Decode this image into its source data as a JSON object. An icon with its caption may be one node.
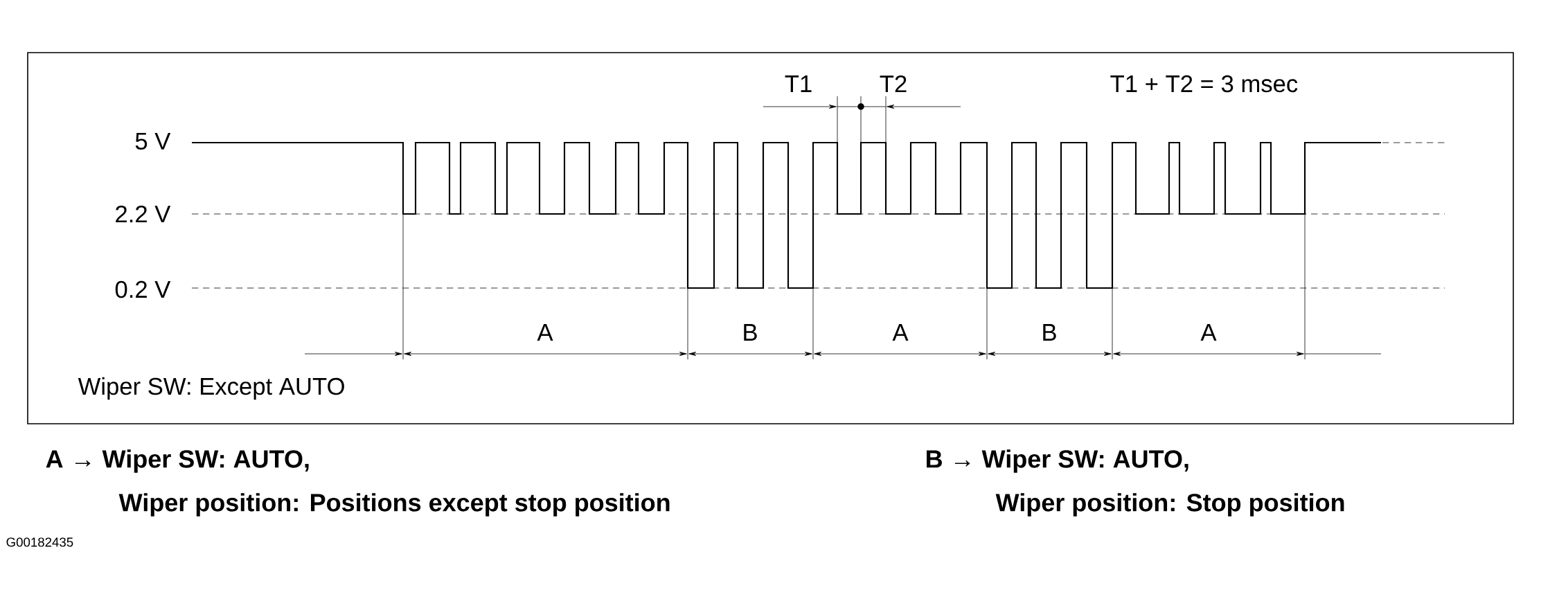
{
  "diagram": {
    "labels": [
      "T1",
      "T2",
      "T1 + T2 = 3 msec",
      "5 V",
      "2.2 V",
      "0.2 V",
      "A",
      "B",
      "A",
      "B",
      "A",
      "Wiper SW: Except AUTO",
      "A → Wiper SW: AUTO,",
      "B → Wiper SW: AUTO,",
      "Wiper position: Positions except stop position",
      "Wiper position: Stop position",
      "G00182435"
    ]
  }
}
